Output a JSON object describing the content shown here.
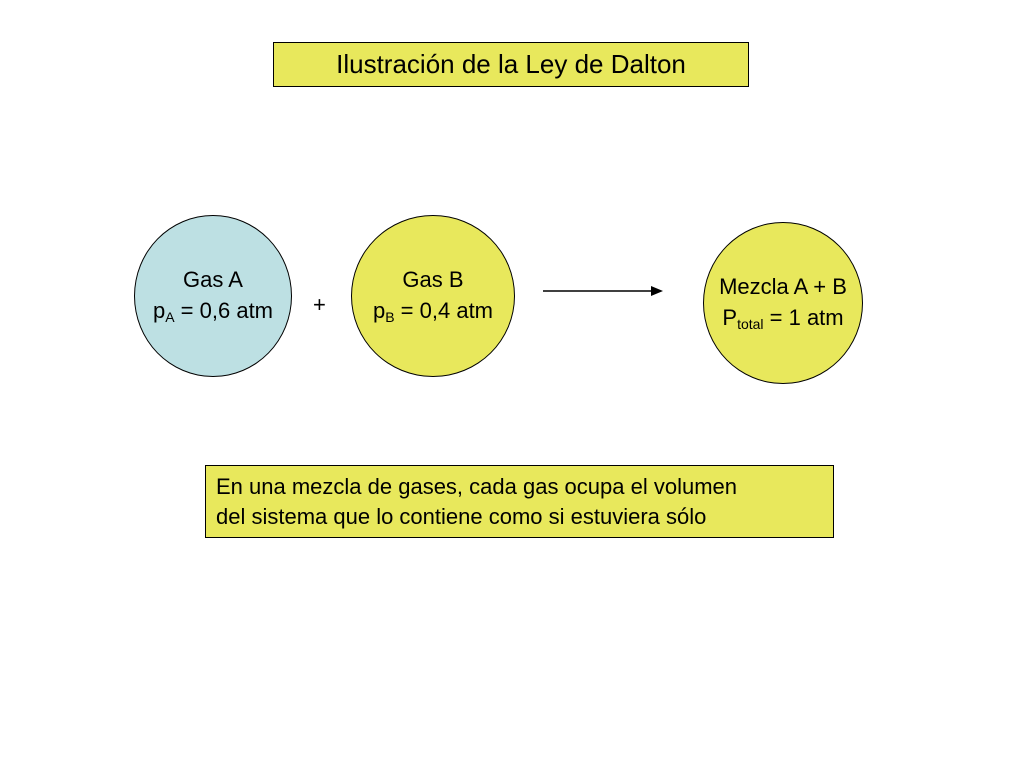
{
  "title": "Ilustración de la Ley de Dalton",
  "gas_a": {
    "name": "Gas A",
    "pressure_symbol": "p",
    "pressure_sub": "A",
    "pressure_value": " = 0,6 atm"
  },
  "gas_b": {
    "name": "Gas B",
    "pressure_symbol": "p",
    "pressure_sub": "B",
    "pressure_value": " = 0,4 atm"
  },
  "operator": "+",
  "mixture": {
    "name": "Mezcla A + B",
    "pressure_symbol": "P",
    "pressure_sub": "total",
    "pressure_value": " = 1 atm"
  },
  "note": {
    "line1": "En una mezcla de gases, cada gas ocupa el volumen",
    "line2": "del sistema que lo contiene como si estuviera sólo"
  },
  "colors": {
    "yellow_fill": "#e8e85c",
    "blue_fill": "#bde0e3"
  }
}
